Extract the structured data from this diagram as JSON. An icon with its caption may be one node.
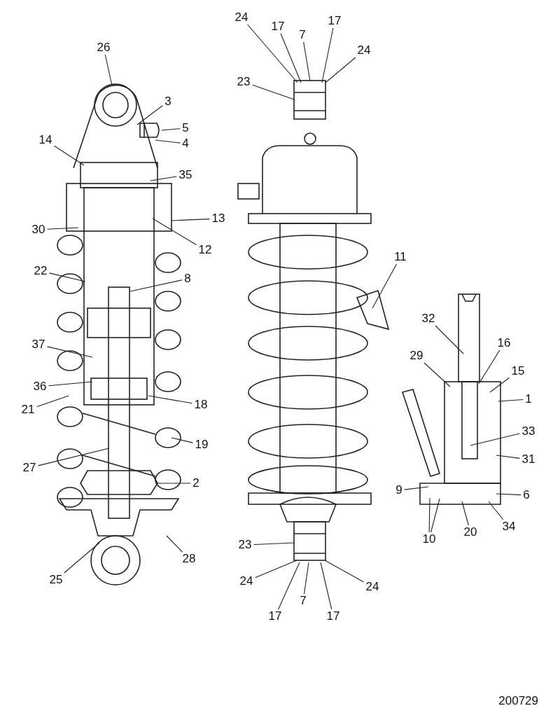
{
  "diagram": {
    "nodes": [
      {
        "text": [
          "26"
        ]
      },
      {
        "text": [
          "3"
        ]
      },
      {
        "text": [
          "5"
        ]
      },
      {
        "text": [
          "14"
        ]
      },
      {
        "text": [
          "4"
        ]
      },
      {
        "text": [
          "35"
        ]
      },
      {
        "text": [
          "13"
        ]
      },
      {
        "text": [
          "30"
        ]
      },
      {
        "text": [
          "12"
        ]
      },
      {
        "text": [
          "22"
        ]
      },
      {
        "text": [
          "8"
        ]
      },
      {
        "text": [
          "37"
        ]
      },
      {
        "text": [
          "36"
        ]
      },
      {
        "text": [
          "18"
        ]
      },
      {
        "text": [
          "21"
        ]
      },
      {
        "text": [
          "19"
        ]
      },
      {
        "text": [
          "27"
        ]
      },
      {
        "text": [
          "2"
        ]
      },
      {
        "text": [
          "28"
        ]
      },
      {
        "text": [
          "25"
        ]
      },
      {
        "text": [
          "24"
        ]
      },
      {
        "text": [
          "17"
        ]
      },
      {
        "text": [
          "7"
        ]
      },
      {
        "text": [
          "17"
        ]
      },
      {
        "text": [
          "24"
        ]
      },
      {
        "text": [
          "23"
        ]
      },
      {
        "text": [
          "11"
        ]
      },
      {
        "text": [
          "23"
        ]
      },
      {
        "text": [
          "24"
        ]
      },
      {
        "text": [
          "17"
        ]
      },
      {
        "text": [
          "7"
        ]
      },
      {
        "text": [
          "17"
        ]
      },
      {
        "text": [
          "24"
        ]
      },
      {
        "text": [
          "32"
        ]
      },
      {
        "text": [
          "16"
        ]
      },
      {
        "text": [
          "29"
        ]
      },
      {
        "text": [
          "15"
        ]
      },
      {
        "text": [
          "1"
        ]
      },
      {
        "text": [
          "33"
        ]
      },
      {
        "text": [
          "31"
        ]
      },
      {
        "text": [
          "9"
        ]
      },
      {
        "text": [
          "6"
        ]
      },
      {
        "text": [
          "10"
        ]
      },
      {
        "text": [
          "20"
        ]
      },
      {
        "text": [
          "34"
        ]
      }
    ],
    "edges": [
      {
        "from": 0,
        "to": null,
        "arrow": "none"
      },
      {
        "from": 1,
        "to": null,
        "arrow": "none"
      },
      {
        "from": 2,
        "to": null,
        "arrow": "none"
      },
      {
        "from": 3,
        "to": null,
        "arrow": "none"
      },
      {
        "from": 4,
        "to": null,
        "arrow": "none"
      },
      {
        "from": 5,
        "to": null,
        "arrow": "none"
      },
      {
        "from": 6,
        "to": null,
        "arrow": "none"
      },
      {
        "from": 7,
        "to": null,
        "arrow": "none"
      },
      {
        "from": 8,
        "to": null,
        "arrow": "none"
      },
      {
        "from": 9,
        "to": null,
        "arrow": "none"
      },
      {
        "from": 10,
        "to": null,
        "arrow": "none"
      },
      {
        "from": 11,
        "to": null,
        "arrow": "none"
      },
      {
        "from": 12,
        "to": null,
        "arrow": "none"
      },
      {
        "from": 13,
        "to": null,
        "arrow": "none"
      },
      {
        "from": 14,
        "to": null,
        "arrow": "none"
      },
      {
        "from": 15,
        "to": null,
        "arrow": "none"
      },
      {
        "from": 16,
        "to": null,
        "arrow": "none"
      },
      {
        "from": 17,
        "to": null,
        "arrow": "none"
      },
      {
        "from": 18,
        "to": null,
        "arrow": "none"
      },
      {
        "from": 19,
        "to": null,
        "arrow": "none"
      },
      {
        "from": 20,
        "to": null,
        "arrow": "none"
      },
      {
        "from": 21,
        "to": null,
        "arrow": "none"
      },
      {
        "from": 22,
        "to": null,
        "arrow": "none"
      },
      {
        "from": 23,
        "to": null,
        "arrow": "none"
      },
      {
        "from": 24,
        "to": null,
        "arrow": "none"
      },
      {
        "from": 25,
        "to": null,
        "arrow": "none"
      },
      {
        "from": 26,
        "to": null,
        "arrow": "none"
      },
      {
        "from": 27,
        "to": null,
        "arrow": "none"
      },
      {
        "from": 28,
        "to": null,
        "arrow": "none"
      },
      {
        "from": 29,
        "to": null,
        "arrow": "none"
      },
      {
        "from": 30,
        "to": null,
        "arrow": "none"
      },
      {
        "from": 31,
        "to": null,
        "arrow": "none"
      },
      {
        "from": 32,
        "to": null,
        "arrow": "none"
      },
      {
        "from": 33,
        "to": null,
        "arrow": "none"
      },
      {
        "from": 34,
        "to": null,
        "arrow": "none"
      },
      {
        "from": 35,
        "to": null,
        "arrow": "none"
      },
      {
        "from": 36,
        "to": null,
        "arrow": "none"
      },
      {
        "from": 37,
        "to": null,
        "arrow": "none"
      },
      {
        "from": 38,
        "to": null,
        "arrow": "none"
      },
      {
        "from": 39,
        "to": null,
        "arrow": "none"
      },
      {
        "from": 40,
        "to": null,
        "arrow": "none"
      },
      {
        "from": 41,
        "to": null,
        "arrow": "none"
      },
      {
        "from": 42,
        "to": null,
        "arrow": "none"
      },
      {
        "from": 42,
        "to": null,
        "arrow": "none"
      },
      {
        "from": 43,
        "to": null,
        "arrow": "none"
      },
      {
        "from": 44,
        "to": null,
        "arrow": "none"
      }
    ],
    "labels": [
      "200729"
    ]
  }
}
